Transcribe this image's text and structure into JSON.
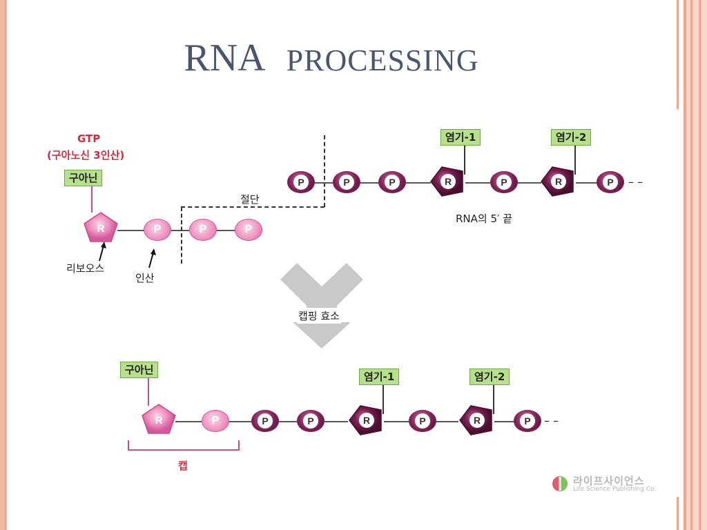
{
  "title": {
    "main": "RNA",
    "sub": "PROCESSING"
  },
  "top": {
    "gtp": "GTP",
    "gtp_full": "(구아노신 3인산)",
    "guanine": "구아닌",
    "ribose": "리보오스",
    "phosphate_label": "인산",
    "cut": "절단",
    "base1": "염기-1",
    "base2": "염기-2",
    "rna_end": "RNA의 5′ 끝"
  },
  "arrow": {
    "enzyme": "캡핑 효소"
  },
  "bottom": {
    "guanine": "구아닌",
    "base1": "염기-1",
    "base2": "염기-2",
    "cap": "캡"
  },
  "glyphs": {
    "P": "P",
    "R": "R",
    "dash": "– –"
  },
  "publisher": {
    "name": "라이프사이언스",
    "english": "Life Science Publishing Co."
  }
}
